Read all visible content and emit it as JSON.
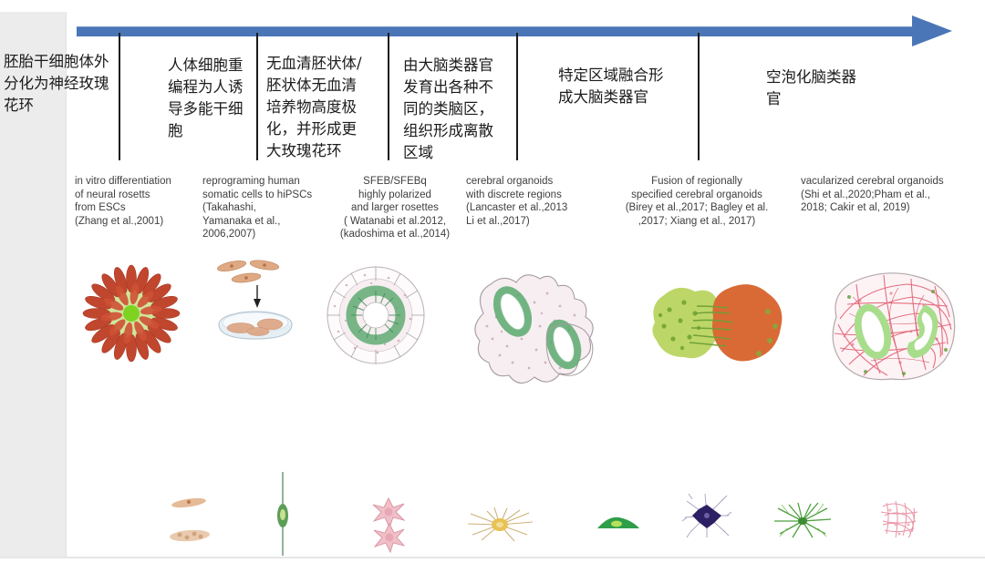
{
  "figure": {
    "type": "timeline-diagram",
    "orientation": "left-to-right",
    "arrow": {
      "name": "progress-arrow",
      "color": "#4a76b8",
      "direction": "right"
    },
    "divider_color": "#1a1a1a",
    "background": "#ffffff",
    "left_panel_color": "#ececed"
  },
  "stages": [
    {
      "id": "stage-1",
      "cn_caption": "胚胎干细胞体外\n分化为神经玫瑰\n花环",
      "en_caption": "in vitro differentiation\nof neural rosetts\nfrom ESCs\n(Zhang et al.,2001)",
      "illustration": "neural-rosette",
      "bottom_cells": [
        "fibroblast-cell-pale",
        "fibroblast-cell-cluster"
      ]
    },
    {
      "id": "stage-2",
      "cn_caption": "人体细胞重\n编程为人诱\n导多能干细\n胞",
      "en_caption": "reprograming human\nsomatic cells to hiPSCs\n(Takahashi,\nYamanaka et al.,\n2006,2007)",
      "illustration": "somatic-cells-to-dish",
      "bottom_cells": [
        "bipolar-neural-progenitor"
      ]
    },
    {
      "id": "stage-3",
      "cn_caption": "无血清胚状体/\n胚状体无血清\n培养物高度极\n化，并形成更\n大玫瑰花环",
      "en_caption": "SFEB/SFEBq\nhighly polarized\nand larger rosettes\n( Watanabi et al.2012,\n(kadoshima et al.,2014)",
      "illustration": "polarized-rosette-sphere",
      "bottom_cells": [
        "pink-stellate-neuron-pair"
      ]
    },
    {
      "id": "stage-4",
      "cn_caption": "由大脑类器官\n发育出各种不\n同的类脑区，\n组织形成离散\n区域",
      "en_caption": "cerebral organoids\nwith discrete regions\n(Lancaster et al.,2013\nLi et al.,2017)",
      "illustration": "cerebral-organoid-discrete-regions",
      "bottom_cells": [
        "yellow-astrocyte"
      ]
    },
    {
      "id": "stage-5",
      "cn_caption": "特定区域融合形\n成大脑类器官",
      "en_caption": "Fusion of regionally\nspecified cerebral organoids\n(Birey et al.,2017; Bagley et al.\n,2017; Xiang et al., 2017)",
      "illustration": "fused-organoids-green-orange",
      "bottom_cells": [
        "green-flat-cell",
        "purple-microglia"
      ]
    },
    {
      "id": "stage-6",
      "cn_caption": "空泡化脑类器\n官",
      "en_caption": "vacularized cerebral organoids\n(Shi et al.,2020;Pham et al.,\n 2018; Cakir et al, 2019)",
      "illustration": "vascularized-cerebral-organoid",
      "bottom_cells": [
        "green-astrocyte",
        "pink-vascular-network"
      ]
    }
  ],
  "palette": {
    "rosette_red": "#c0462e",
    "rosette_green": "#8cc63e",
    "organoid_green": "#5aa86e",
    "organoid_pink": "#f2e6ea",
    "fusion_green": "#b6d365",
    "fusion_orange": "#d96a35",
    "vascular_red": "#e04a5a",
    "vascular_lumen": "#a8dd8c",
    "somatic_tan": "#d9a583",
    "dish_blue": "#dfe8ee"
  }
}
